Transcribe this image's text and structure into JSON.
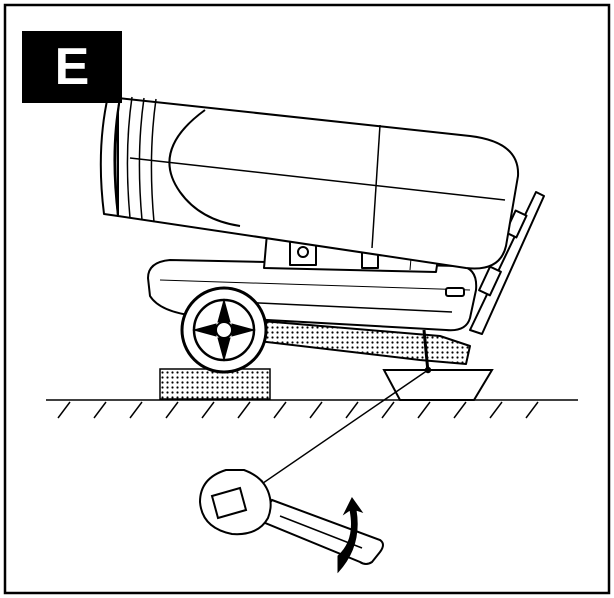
{
  "figure": {
    "step_label": "E",
    "colors": {
      "ink": "#000000",
      "paper": "#ffffff"
    },
    "icons": [
      "heater-illustration",
      "wrench-icon",
      "rotate-arrow-icon",
      "wheel-chock",
      "drain-tray",
      "ground-hatching"
    ]
  }
}
